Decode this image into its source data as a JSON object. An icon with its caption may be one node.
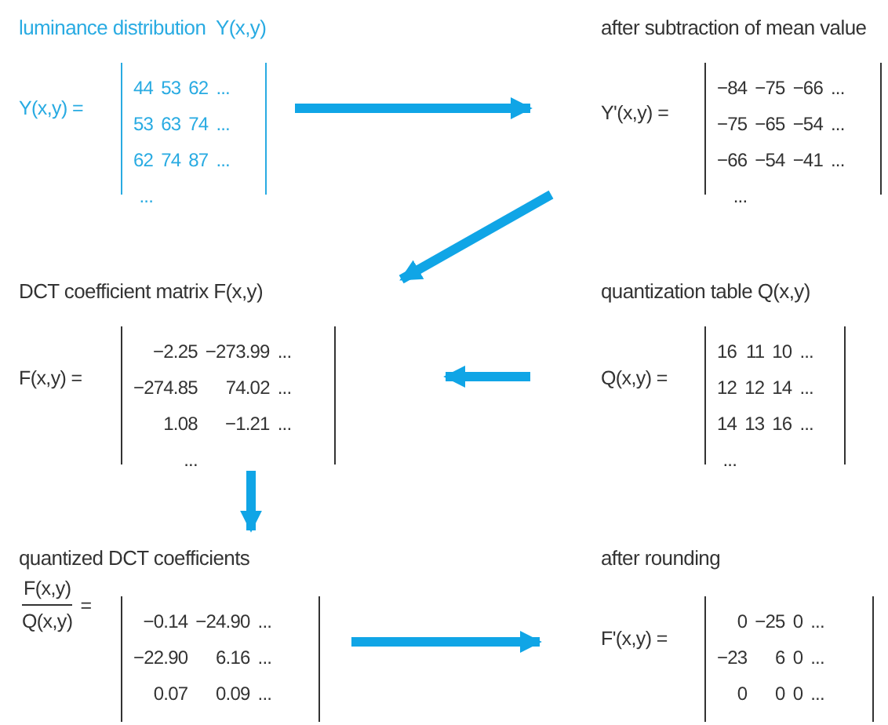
{
  "diagram": {
    "nodes": [
      {
        "text": [
          "luminance distribution  Y(x,y)",
          "Y(x,y) ="
        ]
      },
      {
        "text": [
          "44 53 62 ...",
          "53 63 74 ...",
          "62 74 87 ...",
          "..."
        ],
        "in": 0
      },
      {
        "text": [
          "after subtraction of mean value",
          "Y'(x,y) ="
        ]
      },
      {
        "text": [
          "−84 −75 −66 ...",
          "−75 −65 −54 ...",
          "−66 −54 −41 ...",
          "..."
        ],
        "in": 2
      },
      {
        "text": [
          "DCT coefficient matrix F(x,y)",
          "F(x,y) ="
        ]
      },
      {
        "text": [
          "−2.25 −273.99 ...",
          "−274.85 74.02 ...",
          "1.08 −1.21 ...",
          "..."
        ],
        "in": 4
      },
      {
        "text": [
          "quantization table Q(x,y)",
          "Q(x,y) ="
        ]
      },
      {
        "text": [
          "16 11 10 ...",
          "12 12 14 ...",
          "14 13 16 ...",
          "..."
        ],
        "in": 6
      },
      {
        "text": [
          "quantized DCT coefficients",
          "F(x,y)",
          "Q(x,y)",
          "="
        ]
      },
      {
        "text": [
          "−0.14 −24.90 ...",
          "−22.90 6.16 ...",
          "0.07 0.09 ..."
        ],
        "in": 8
      },
      {
        "text": [
          "after rounding",
          "F'(x,y) ="
        ]
      },
      {
        "text": [
          "0 −25 0 ...",
          "−23 6 0 ...",
          "0 0 0 ..."
        ],
        "in": 10
      }
    ],
    "edges": [
      {
        "from": 0,
        "to": 2,
        "arrow": "to"
      },
      {
        "from": 2,
        "to": 4,
        "arrow": "to"
      },
      {
        "from": 6,
        "to": 4,
        "arrow": "to"
      },
      {
        "from": 4,
        "to": 8,
        "arrow": "to"
      },
      {
        "from": 8,
        "to": 10,
        "arrow": "to"
      }
    ]
  }
}
